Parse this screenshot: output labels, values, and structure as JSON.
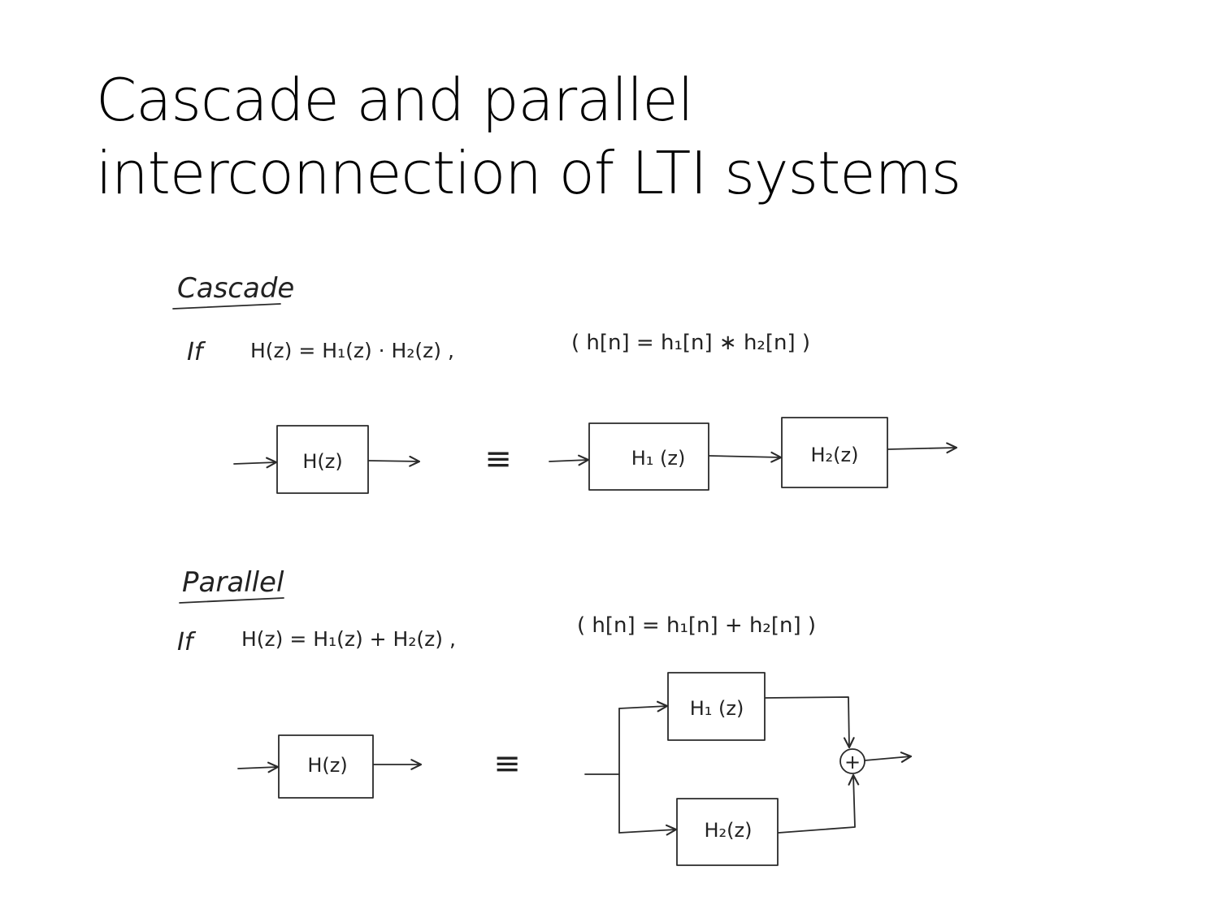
{
  "slide": {
    "title_line1": "Cascade and parallel",
    "title_line2": "interconnection of LTI systems"
  },
  "cascade": {
    "heading": "Cascade",
    "if_word": "If",
    "equation": "H(z) = H₁(z) · H₂(z) ,",
    "impulse_relation": "( h[n] = h₁[n] ∗ h₂[n] )",
    "block_single": "H(z)",
    "equivalence": "≡",
    "block_first": "H₁ (z)",
    "block_second": "H₂(z)"
  },
  "parallel": {
    "heading": "Parallel",
    "if_word": "If",
    "equation": "H(z) = H₁(z) + H₂(z) ,",
    "impulse_relation": "( h[n] = h₁[n] + h₂[n] )",
    "block_single": "H(z)",
    "equivalence": "≡",
    "block_top": "H₁ (z)",
    "block_bottom": "H₂(z)",
    "adder_symbol": "+"
  }
}
